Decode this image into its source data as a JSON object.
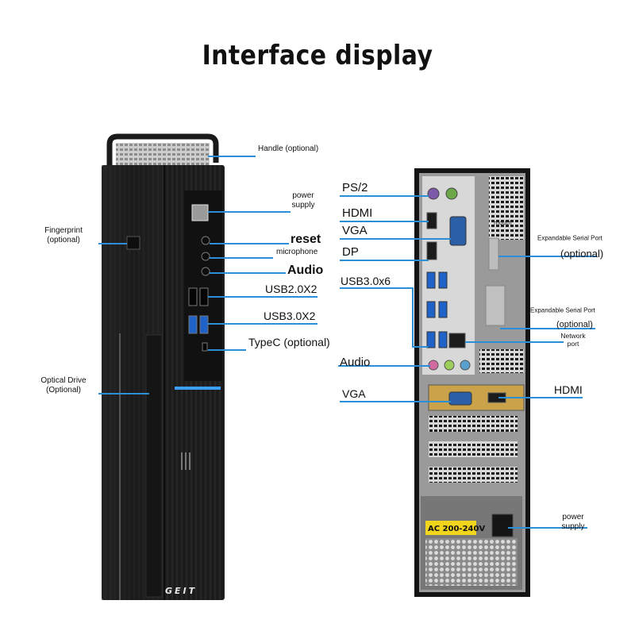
{
  "title": "Interface display",
  "brand": "GEIT",
  "accent_color": "#2a8fd6",
  "front": {
    "handle": "Handle (optional)",
    "power_supply": [
      "power",
      "supply"
    ],
    "fingerprint": [
      "Fingerprint",
      "(optional)"
    ],
    "reset": "reset",
    "microphone": "microphone",
    "audio": "Audio",
    "usb2": "USB2.0X2",
    "usb3": "USB3.0X2",
    "typec": "TypeC (optional)",
    "optical_drive": [
      "Optical Drive",
      "(Optional)"
    ]
  },
  "back": {
    "ps2": "PS/2",
    "hdmi": "HDMI",
    "vga": "VGA",
    "dp": "DP",
    "usb3x6": "USB3.0x6",
    "audio": "Audio",
    "vga_card": "VGA",
    "hdmi_card": "HDMI",
    "serial1": [
      "Expandable Serial Port",
      "(optional)"
    ],
    "serial2": [
      "Expandable Serial Port",
      "(optional)"
    ],
    "network": [
      "Network",
      "port"
    ],
    "power_supply": [
      "power",
      "supply"
    ],
    "ac_rating": "AC 200-240V",
    "mouth": "mouth"
  }
}
